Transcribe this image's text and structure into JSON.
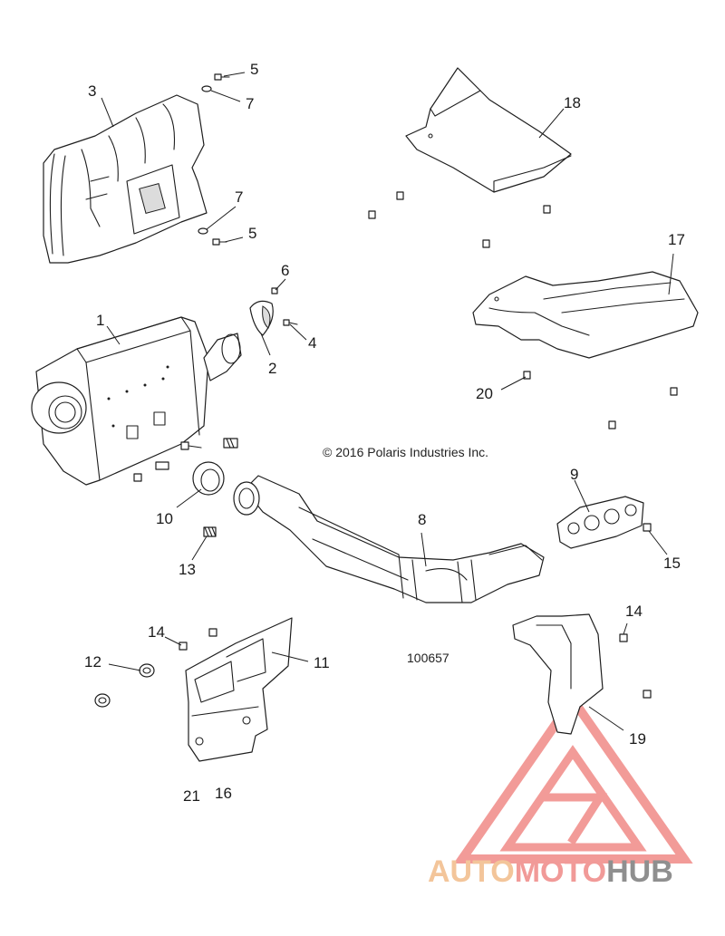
{
  "copyright": "© 2016 Polaris Industries Inc.",
  "drawing_number": "100657",
  "callouts": {
    "c1": "1",
    "c2": "2",
    "c3": "3",
    "c4": "4",
    "c5a": "5",
    "c5b": "5",
    "c6": "6",
    "c7a": "7",
    "c7b": "7",
    "c8": "8",
    "c9": "9",
    "c10": "10",
    "c11": "11",
    "c12": "12",
    "c13": "13",
    "c14a": "14",
    "c14b": "14",
    "c15": "15",
    "c16": "16",
    "c17": "17",
    "c18": "18",
    "c19": "19",
    "c20": "20",
    "c21": "21"
  },
  "watermark": {
    "part1": "AUTO",
    "part2": "MOTO",
    "part3": "HUB",
    "colors": {
      "auto": "#f3c59a",
      "moto": "#f19a98",
      "hub": "#8f8f8f",
      "triangle": "#f08a87"
    }
  }
}
